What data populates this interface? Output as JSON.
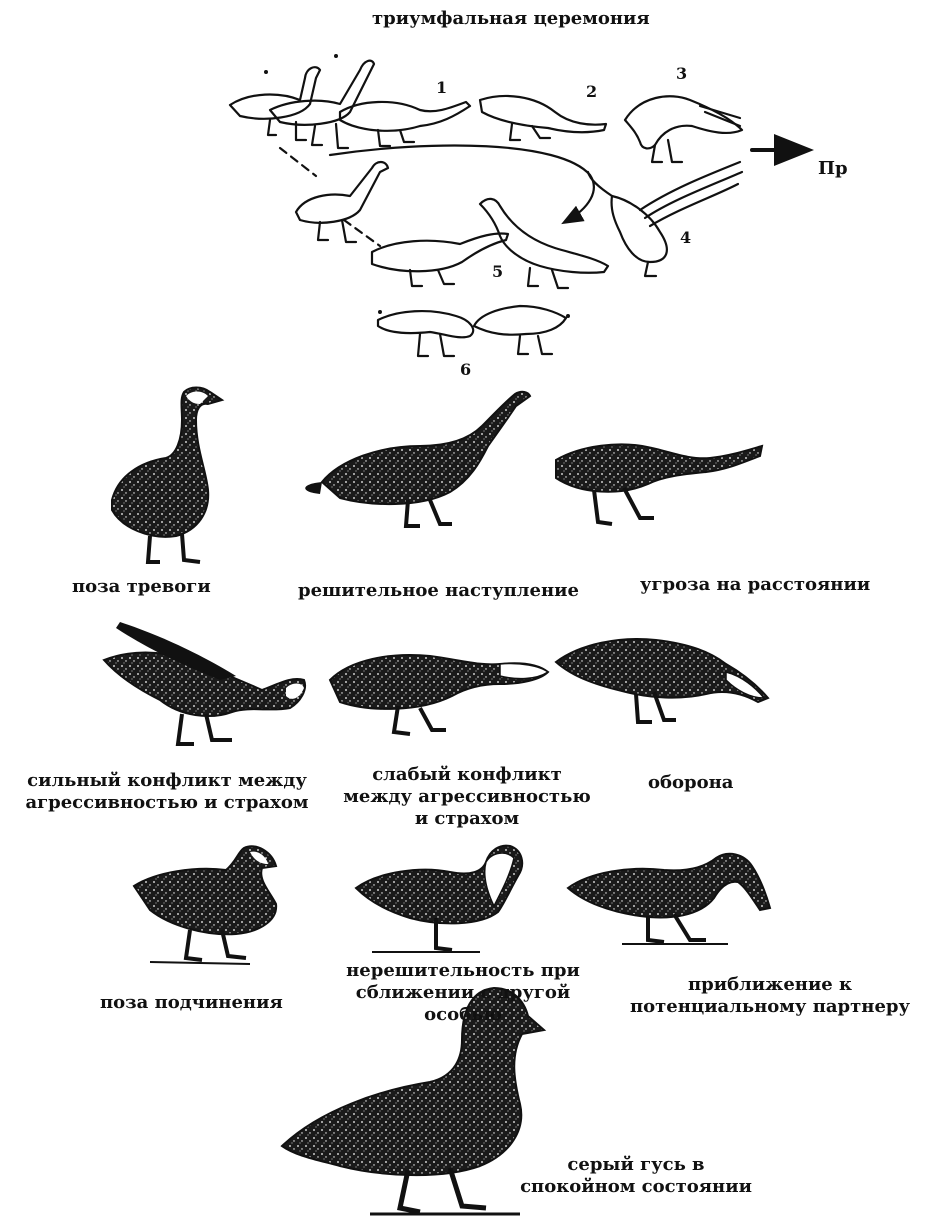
{
  "top": {
    "title": "триумфальная церемония",
    "stage_numbers": [
      "1",
      "2",
      "3",
      "4",
      "5",
      "6"
    ],
    "arrow_label": "Пр"
  },
  "postures": {
    "alarm": "поза тревоги",
    "decisive_attack": "решительное наступление",
    "threat_distance": "угроза на расстоянии",
    "strong_conflict": [
      "сильный конфликт между",
      "агрессивностью и страхом"
    ],
    "weak_conflict": [
      "слабый конфликт",
      "между агрессивностью",
      "и страхом"
    ],
    "defense": "оборона",
    "submission": "поза подчинения",
    "indecision": [
      "нерешительность при",
      "сближении с другой",
      "особью"
    ],
    "approach_partner": [
      "приближение к",
      "потенциальному партнеру"
    ],
    "calm": [
      "серый гусь в",
      "спокойном состоянии"
    ]
  }
}
